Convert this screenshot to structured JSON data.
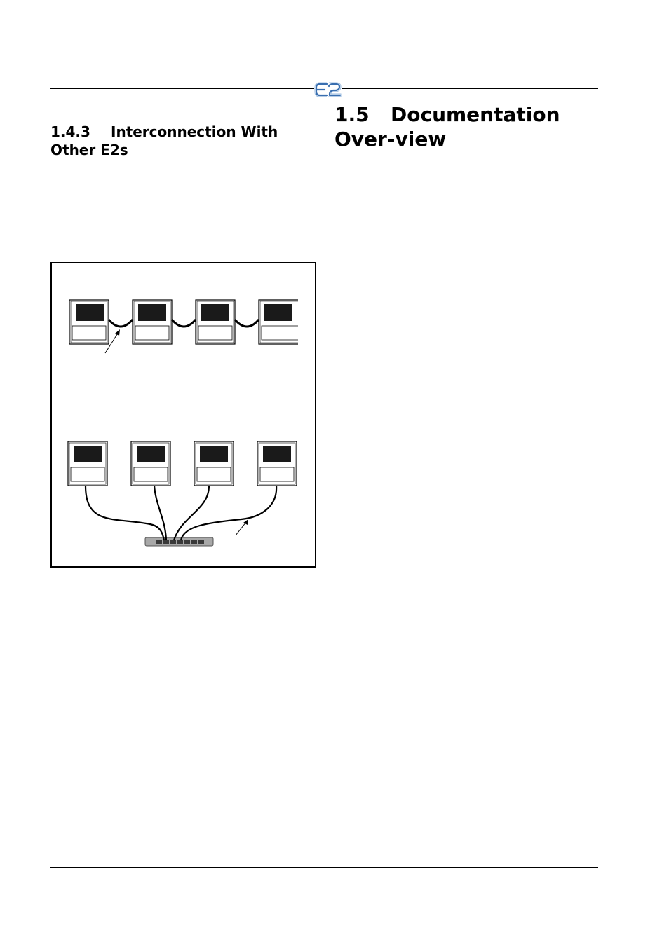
{
  "header": {
    "logo_text": "E2",
    "logo_color": "#3a6fb0"
  },
  "section_left": {
    "number": "1.4.3",
    "title": "Interconnection With Other E2s"
  },
  "section_right": {
    "number": "1.5",
    "title": "Documentation Over-view"
  },
  "figure": {
    "daisy_chain_units": 4,
    "star_units": 4,
    "switch_ports": 7
  }
}
